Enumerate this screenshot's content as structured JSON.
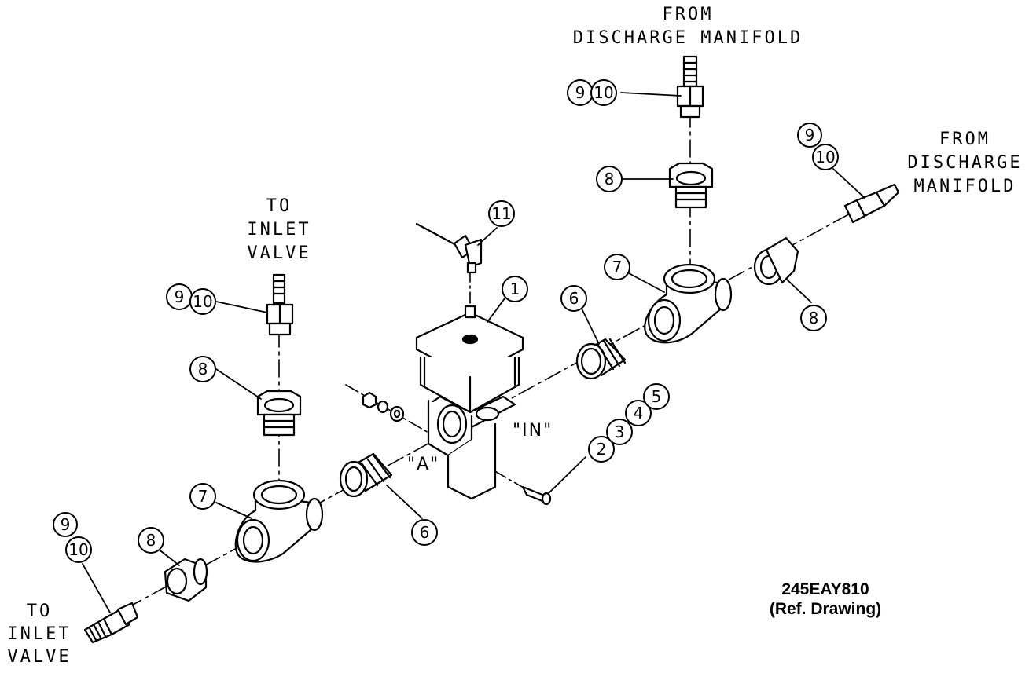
{
  "labels": {
    "from_discharge_top": [
      "FROM",
      "DISCHARGE MANIFOLD"
    ],
    "from_discharge_right": [
      "FROM",
      "DISCHARGE",
      "MANIFOLD"
    ],
    "to_inlet_mid": [
      "TO",
      "INLET",
      "VALVE"
    ],
    "to_inlet_bottom": [
      "TO",
      "INLET",
      "VALVE"
    ],
    "port_in": "\"IN\"",
    "port_a": "\"A\""
  },
  "reference": {
    "number": "245EAY810",
    "note": "(Ref. Drawing)"
  },
  "callouts": [
    "1",
    "2",
    "3",
    "4",
    "5",
    "6",
    "6",
    "7",
    "7",
    "8",
    "8",
    "8",
    "8",
    "9",
    "9",
    "9",
    "9",
    "10",
    "10",
    "10",
    "10",
    "11"
  ]
}
